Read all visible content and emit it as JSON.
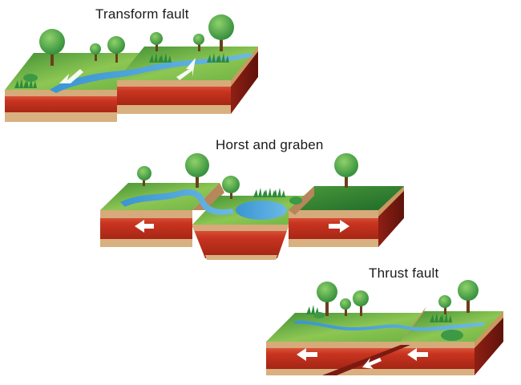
{
  "diagrams": [
    {
      "id": "transform",
      "title": "Transform fault"
    },
    {
      "id": "horst",
      "title": "Horst and graben"
    },
    {
      "id": "thrust",
      "title": "Thrust fault"
    }
  ],
  "colors": {
    "grass": "#7cc14a",
    "grass_dark": "#2f7d2c",
    "soil_top": "#d2a777",
    "soil_side": "#b7865b",
    "rock_red": "#c6331f",
    "rock_dark": "#7a1a12",
    "water": "#4aa3db",
    "arrow": "#ffffff"
  }
}
